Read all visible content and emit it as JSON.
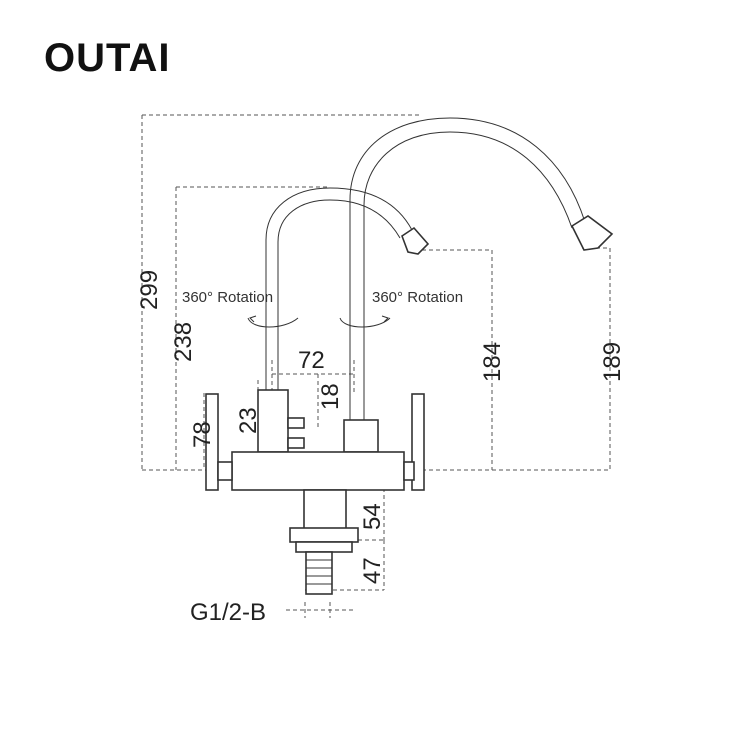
{
  "brand": "OUTAI",
  "dimensions": {
    "total_height": "299",
    "small_spout_height": "238",
    "spout_clearance_small": "184",
    "spout_clearance_large": "189",
    "center_distance": "72",
    "offset_18": "18",
    "offset_23": "23",
    "plate_height": "78",
    "base_depth": "54",
    "shank_length": "47"
  },
  "notes": {
    "rotation_left": "360° Rotation",
    "rotation_right": "360° Rotation"
  },
  "thread_label": "G1/2-B"
}
